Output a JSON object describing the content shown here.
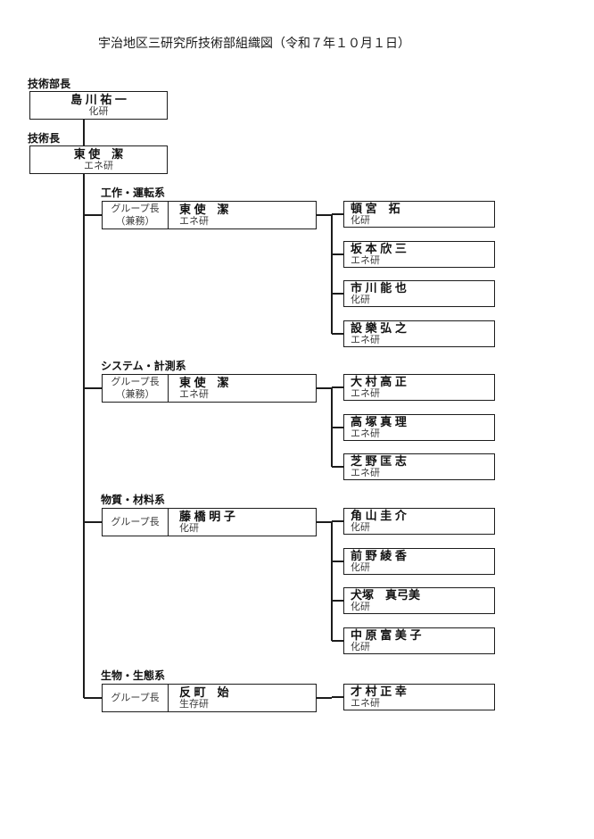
{
  "title": "宇治地区三研究所技術部組織図（令和７年１０月１日）",
  "line_color": "#1c1c1c",
  "top_positions": [
    {
      "label": "技術部長",
      "name": "島 川 祐 一",
      "org": "化研"
    },
    {
      "label": "技術長",
      "name": "東 使　潔",
      "org": "エネ研"
    }
  ],
  "groups": [
    {
      "label": "工作・運転系",
      "leader_role": "グループ長",
      "leader_role_note": "（兼務）",
      "leader": {
        "name": "東 使　潔",
        "org": "エネ研"
      },
      "members": [
        {
          "name": "頓 宮　拓",
          "org": "化研"
        },
        {
          "name": "坂 本 欣 三",
          "org": "エネ研"
        },
        {
          "name": "市 川 能 也",
          "org": "化研"
        },
        {
          "name": "設 樂 弘 之",
          "org": "エネ研"
        }
      ]
    },
    {
      "label": "システム・計測系",
      "leader_role": "グループ長",
      "leader_role_note": "（兼務）",
      "leader": {
        "name": "東 使　潔",
        "org": "エネ研"
      },
      "members": [
        {
          "name": "大 村 高 正",
          "org": "エネ研"
        },
        {
          "name": "高 塚 真 理",
          "org": "エネ研"
        },
        {
          "name": "芝 野 匡 志",
          "org": "エネ研"
        }
      ]
    },
    {
      "label": "物質・材料系",
      "leader_role": "グループ長",
      "leader_role_note": "",
      "leader": {
        "name": "藤 橋 明 子",
        "org": "化研"
      },
      "members": [
        {
          "name": "角 山 圭 介",
          "org": "化研"
        },
        {
          "name": "前 野 綾 香",
          "org": "化研"
        },
        {
          "name": "犬塚　真弓美",
          "org": "化研"
        },
        {
          "name": "中 原 富 美 子",
          "org": "化研"
        }
      ]
    },
    {
      "label": "生物・生態系",
      "leader_role": "グループ長",
      "leader_role_note": "",
      "leader": {
        "name": "反 町　始",
        "org": "生存研"
      },
      "members": [
        {
          "name": "才 村 正 幸",
          "org": "エネ研"
        }
      ]
    }
  ]
}
